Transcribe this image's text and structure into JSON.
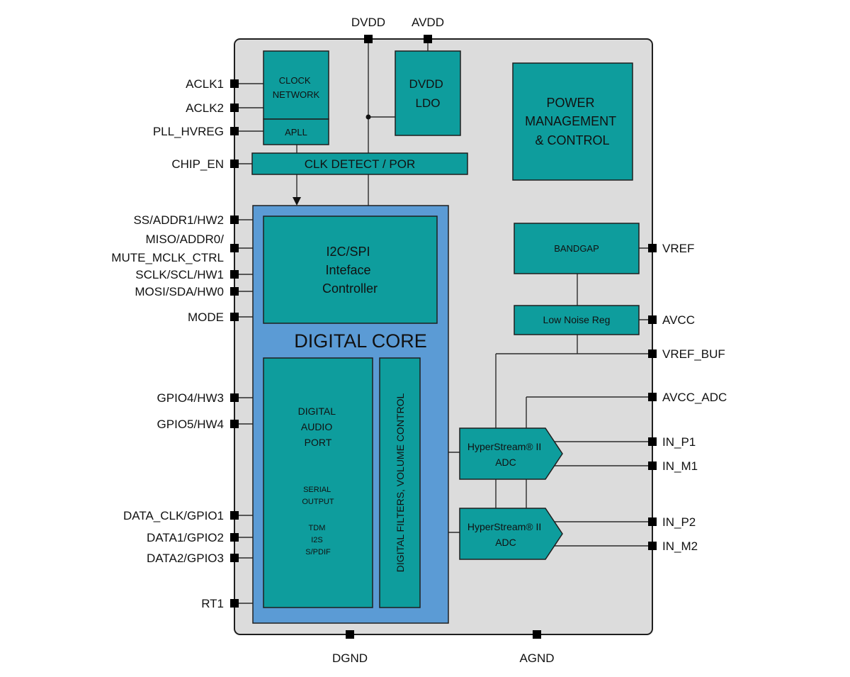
{
  "pins": {
    "top": [
      "DVDD",
      "AVDD"
    ],
    "bottom": [
      "DGND",
      "AGND"
    ],
    "left": [
      "ACLK1",
      "ACLK2",
      "PLL_HVREG",
      "CHIP_EN",
      "SS/ADDR1/HW2",
      "MISO/ADDR0/",
      "MUTE_MCLK_CTRL",
      "SCLK/SCL/HW1",
      "MOSI/SDA/HW0",
      "MODE",
      "GPIO4/HW3",
      "GPIO5/HW4",
      "DATA_CLK/GPIO1",
      "DATA1/GPIO2",
      "DATA2/GPIO3",
      "RT1"
    ],
    "right": [
      "VREF",
      "AVCC",
      "VREF_BUF",
      "AVCC_ADC",
      "IN_P1",
      "IN_M1",
      "IN_P2",
      "IN_M2"
    ]
  },
  "blocks": {
    "clock_network": [
      "CLOCK",
      "NETWORK"
    ],
    "apll": "APLL",
    "clk_detect": "CLK DETECT / POR",
    "dvdd_ldo": [
      "DVDD",
      "LDO"
    ],
    "power_mgmt": [
      "POWER",
      "MANAGEMENT",
      "& CONTROL"
    ],
    "interface": [
      "I2C/SPI",
      "Inteface",
      "Controller"
    ],
    "digital_core": "DIGITAL CORE",
    "audio_port": [
      "DIGITAL",
      "AUDIO",
      "PORT"
    ],
    "serial_output": [
      "SERIAL",
      "OUTPUT"
    ],
    "formats": [
      "TDM",
      "I2S",
      "S/PDIF"
    ],
    "filters": "DIGITAL FILTERS, VOLUME CONTROL",
    "bandgap": "BANDGAP",
    "low_noise_reg": "Low Noise Reg",
    "adc1": [
      "HyperStream® II",
      "ADC"
    ],
    "adc2": [
      "HyperStream® II",
      "ADC"
    ]
  },
  "colors": {
    "chip_fill": "#dcdcdc",
    "block_fill": "#0e9d9d",
    "core_fill": "#5b9bd5",
    "outline": "#1f1f1f"
  }
}
